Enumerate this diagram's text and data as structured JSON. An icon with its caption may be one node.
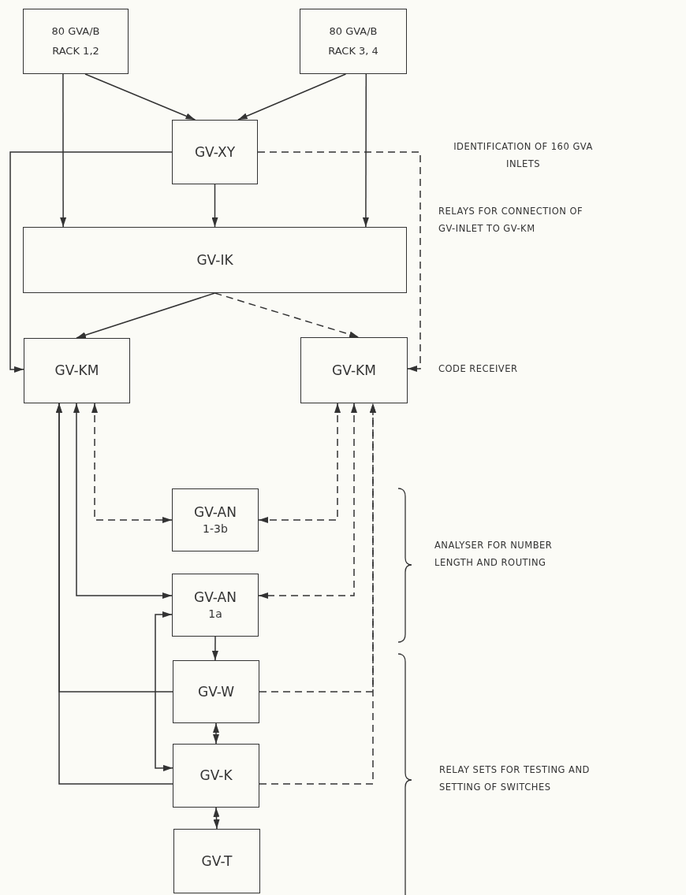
{
  "diagram": {
    "nodes": [
      {
        "text": [
          "80 GVA/B",
          "RACK 1,2"
        ]
      },
      {
        "text": [
          "80 GVA/B",
          "RACK 3, 4"
        ]
      },
      {
        "text": [
          "GV-XY"
        ]
      },
      {
        "text": [
          "GV-IK"
        ]
      },
      {
        "text": [
          "GV-KM"
        ]
      },
      {
        "text": [
          "GV-KM"
        ]
      },
      {
        "text": [
          "GV-AN",
          "1-3b"
        ]
      },
      {
        "text": [
          "GV-AN",
          "1a"
        ]
      },
      {
        "text": [
          "GV-W"
        ]
      },
      {
        "text": [
          "GV-K"
        ]
      },
      {
        "text": [
          "GV-T"
        ]
      }
    ],
    "edges": [
      {
        "from": 0,
        "to": 2,
        "arrow": "to"
      },
      {
        "from": 1,
        "to": 2,
        "arrow": "to"
      },
      {
        "from": 0,
        "to": 3,
        "arrow": "to"
      },
      {
        "from": 1,
        "to": 3,
        "arrow": "to"
      },
      {
        "from": 2,
        "to": 3,
        "arrow": "to"
      },
      {
        "from": 2,
        "to": 4,
        "arrow": "to"
      },
      {
        "from": 2,
        "to": 5,
        "arrow": "to",
        "style": "dashed"
      },
      {
        "from": 3,
        "to": 4,
        "arrow": "to"
      },
      {
        "from": 3,
        "to": 5,
        "arrow": "to",
        "style": "dashed"
      },
      {
        "from": 4,
        "to": 6,
        "arrow": "both",
        "style": "dashed"
      },
      {
        "from": 5,
        "to": 6,
        "arrow": "both",
        "style": "dashed"
      },
      {
        "from": 4,
        "to": 7,
        "arrow": "both"
      },
      {
        "from": 5,
        "to": 7,
        "arrow": "both",
        "style": "dashed"
      },
      {
        "from": 8,
        "to": 4,
        "arrow": "to"
      },
      {
        "from": 9,
        "to": 4,
        "arrow": "to"
      },
      {
        "from": 8,
        "to": 5,
        "arrow": "to",
        "style": "dashed"
      },
      {
        "from": 9,
        "to": 5,
        "arrow": "to",
        "style": "dashed"
      },
      {
        "from": 7,
        "to": 8,
        "arrow": "to"
      },
      {
        "from": 7,
        "to": 9,
        "arrow": "both"
      },
      {
        "from": 8,
        "to": 9,
        "arrow": "both"
      },
      {
        "from": 9,
        "to": 10,
        "arrow": "both"
      }
    ],
    "labels": [
      "IDENTIFICATION OF 160 GVA INLETS",
      "RELAYS FOR CONNECTION OF GV-INLET TO GV-KM",
      "CODE RECEIVER",
      "ANALYSER FOR NUMBER LENGTH AND ROUTING",
      "RELAY SETS FOR TESTING AND SETTING OF SWITCHES"
    ]
  }
}
